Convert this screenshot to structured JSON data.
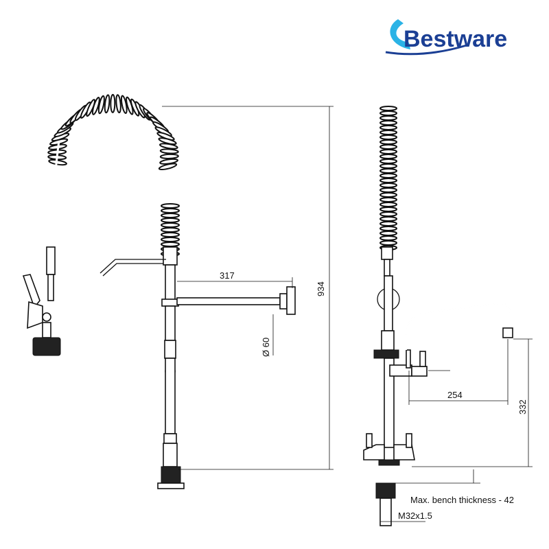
{
  "brand": {
    "name": "Bestware",
    "color_primary": "#1b3f94",
    "color_accent": "#2bb3e6"
  },
  "dimensions": {
    "height": "934",
    "arm_reach": "317",
    "base_diameter": "Ø 60",
    "spout_reach": "254",
    "spout_height": "332",
    "thread": "M32x1.5"
  },
  "notes": {
    "bench_thickness": "Max. bench thickness - 42"
  }
}
